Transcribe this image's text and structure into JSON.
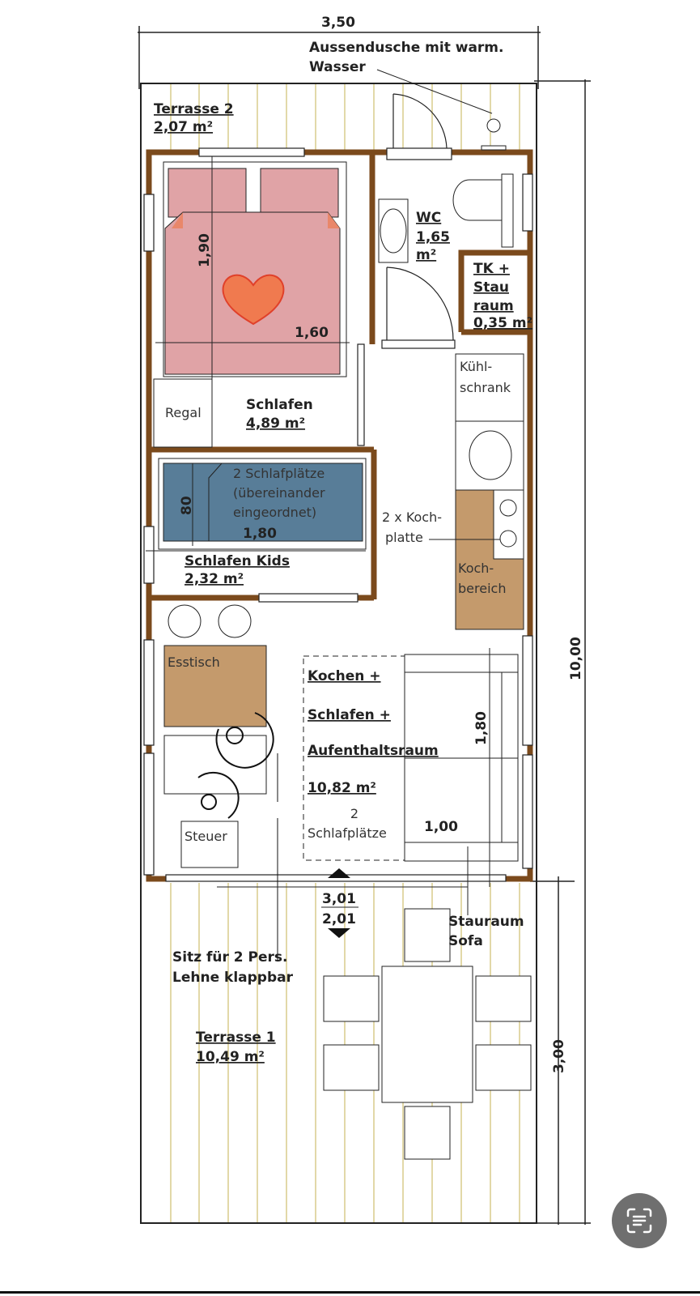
{
  "dimensions": {
    "width_total": "3,50",
    "length_total": "10,00",
    "terrace_length": "3,00",
    "bed_length": "1,90",
    "bed_width": "1,60",
    "bunk_width": "80",
    "bunk_length": "1,80",
    "sofa_length": "1,80",
    "sofa_width": "1,00",
    "door_width_open": "3,01",
    "door_width_closed": "2,01"
  },
  "labels": {
    "outdoor_shower_line1": "Aussendusche mit warm.",
    "outdoor_shower_line2": "Wasser",
    "terrace2_name": "Terrasse 2",
    "terrace2_area": "2,07 m²",
    "wc_name": "WC",
    "wc_area_value": "1,65",
    "wc_area_unit": "m²",
    "tk_line1": "TK +",
    "tk_line2": "Stau",
    "tk_line3": "raum",
    "tk_area": "0,35 m²",
    "fridge_line1": "Kühl-",
    "fridge_line2": "schrank",
    "shelf": "Regal",
    "bedroom_name": "Schlafen",
    "bedroom_area": "4,89 m²",
    "bunk_line1": "2 Schlafplätze",
    "bunk_line2": "(übereinander",
    "bunk_line3": "eingeordnet)",
    "kids_name": "Schlafen Kids",
    "kids_area": "2,32 m²",
    "hob_line1": "2 x Koch-",
    "hob_line2": "platte",
    "cooking_line1": "Koch-",
    "cooking_line2": "bereich",
    "dining_table": "Esstisch",
    "wheel": "Steuer",
    "main_line1": "Kochen +",
    "main_line2": "Schlafen +",
    "main_line3": "Aufenthaltsraum",
    "main_area": "10,82 m²",
    "sofa_sleep_line1": "2",
    "sofa_sleep_line2": "Schlafplätze",
    "sofa_storage_line1": "Stauraum",
    "sofa_storage_line2": "Sofa",
    "seat_line1": "Sitz für 2 Pers.",
    "seat_line2": "Lehne klappbar",
    "terrace1_name": "Terrasse 1",
    "terrace1_area": "10,49 m²"
  },
  "colors": {
    "wall": "#7b4a1c",
    "bed": "#e0a3a6",
    "bunk": "#587d98",
    "wood": "#c49a6c",
    "deck_line": "#d9cc8c",
    "heart": "#f07a4f"
  },
  "fab": {
    "icon": "text-scan-icon"
  }
}
